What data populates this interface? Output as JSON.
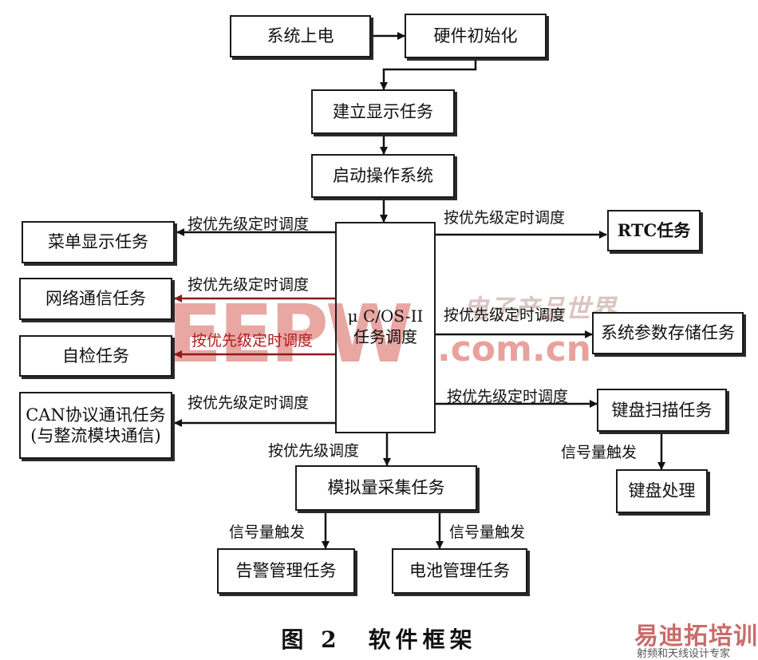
{
  "nodes": {
    "power_on": "系统上电",
    "hw_init": "硬件初始化",
    "build_display": "建立显示任务",
    "start_os": "启动操作系统",
    "menu_display": "菜单显示任务",
    "network_comm": "网络通信任务",
    "self_check": "自检任务",
    "can_comm_line1": "CAN协议通讯任务",
    "can_comm_line2": "(与整流模块通信)",
    "scheduler_line1": "μ C/OS-II",
    "scheduler_line2": "任务调度",
    "rtc_task": "RTC任务",
    "param_store": "系统参数存储任务",
    "keyboard_scan": "键盘扫描任务",
    "keyboard_proc": "键盘处理",
    "analog_collect": "模拟量采集任务",
    "alarm_mgmt": "告警管理任务",
    "battery_mgmt": "电池管理任务"
  },
  "edge_labels": {
    "priority_timed": "按优先级定时调度",
    "priority": "按优先级调度",
    "signal_trigger": "信号量触发"
  },
  "caption": "图 2　软件框架",
  "watermarks": {
    "eepw": "EEPW",
    "domain": ".com.cn",
    "cn": "电子产品世界"
  },
  "logo": {
    "name": "易迪拓培训",
    "slogan": "射频和天线设计专家"
  }
}
